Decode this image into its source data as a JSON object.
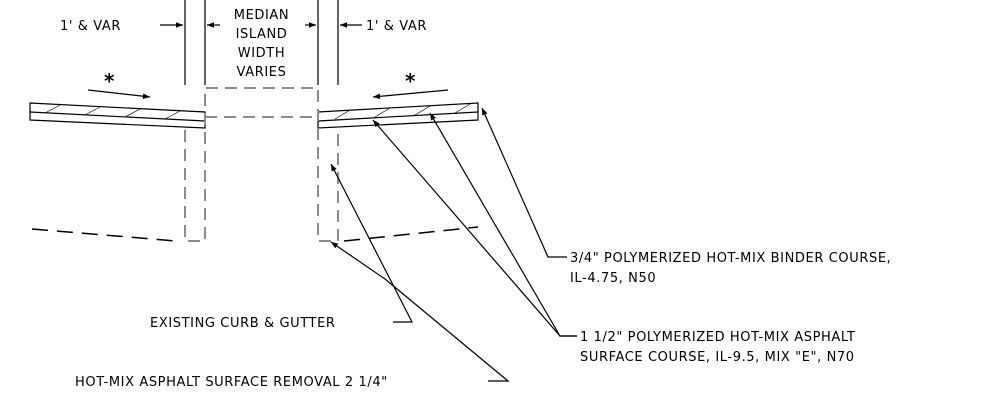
{
  "labels": {
    "left_dim": "1' & VAR",
    "right_dim": "1' & VAR",
    "median_1": "MEDIAN",
    "median_2": "ISLAND",
    "median_3": "WIDTH",
    "median_4": "VARIES",
    "asterisk_left": "*",
    "asterisk_right": "*",
    "binder_1": "3/4\" POLYMERIZED HOT-MIX BINDER COURSE,",
    "binder_2": "IL-4.75, N50",
    "surface_1": "1 1/2\" POLYMERIZED HOT-MIX ASPHALT",
    "surface_2": "SURFACE COURSE, IL-9.5, MIX \"E\", N70",
    "curb": "EXISTING CURB & GUTTER",
    "removal": "HOT-MIX ASPHALT SURFACE REMOVAL 2 1/4\""
  },
  "colors": {
    "ink": "#000000",
    "existing": "#8c8c8c"
  }
}
